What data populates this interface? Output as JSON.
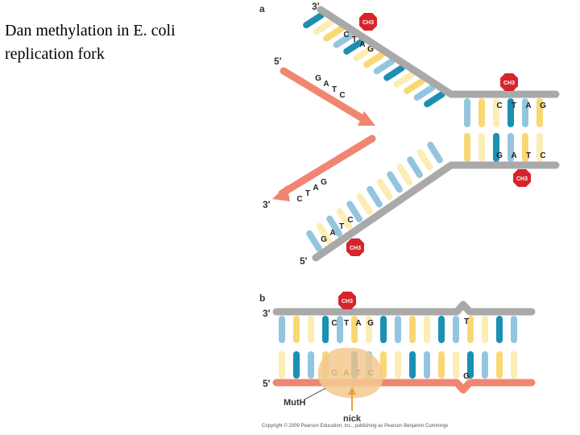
{
  "slide": {
    "title_line1": "Dan methylation in E. coli",
    "title_line2": "replication fork"
  },
  "panel_a": {
    "label": "a",
    "end_3_top": "3′",
    "end_5_top": "5′",
    "end_3_bottom": "3′",
    "end_5_bottom": "5′",
    "methyl": "CH3",
    "top_gatc_upper": [
      "C",
      "T",
      "A",
      "G"
    ],
    "top_gatc_lower": [
      "G",
      "A",
      "T",
      "C"
    ],
    "bot_gatc_upper": [
      "C",
      "T",
      "A",
      "G"
    ],
    "bot_gatc_lower": [
      "G",
      "A",
      "T",
      "C"
    ],
    "parent_upper": [
      "C",
      "T",
      "A",
      "G"
    ],
    "parent_lower": [
      "G",
      "A",
      "T",
      "C"
    ]
  },
  "panel_b": {
    "label": "b",
    "end_3": "3′",
    "end_5": "5′",
    "methyl": "CH3",
    "upper_bases": [
      "C",
      "T",
      "A",
      "G"
    ],
    "lower_bases": [
      "G",
      "A",
      "T",
      "C"
    ],
    "mismatch_upper": "T",
    "mismatch_lower": "G",
    "muth_label": "MutH",
    "nick_label": "nick"
  },
  "copyright": "Copyright © 2009 Pearson Education, Inc., publishing as Pearson Benjamin Cummings",
  "colors": {
    "old_strand": "#a9a9a9",
    "new_strand": "#f08672",
    "dark_teal": "#1c8fb3",
    "light_blue": "#93c6de",
    "yellow": "#f9d874",
    "pale_yellow": "#fbedb4",
    "methyl_red": "#d6242c",
    "muth": "#f3c990"
  }
}
